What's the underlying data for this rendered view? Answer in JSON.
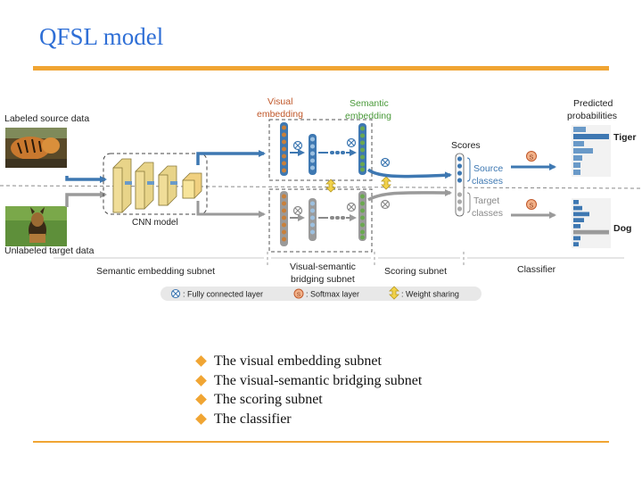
{
  "slide": {
    "title": "QFSL model",
    "accent_color": "#f0a533",
    "title_color": "#2f6fd6"
  },
  "diagram": {
    "labels": {
      "labeled_source": "Labeled source data",
      "unlabeled_target": "Unlabeled target data",
      "cnn_model": "CNN model",
      "visual_embedding_1": "Visual",
      "visual_embedding_2": "embedding",
      "semantic_embedding_1": "Semantic",
      "semantic_embedding_2": "embedding",
      "scores": "Scores",
      "source_classes_1": "Source",
      "source_classes_2": "classes",
      "target_classes_1": "Target",
      "target_classes_2": "classes",
      "predicted_1": "Predicted",
      "predicted_2": "probabilities",
      "tiger": "Tiger",
      "dog": "Dog",
      "semantic_embedding_subnet": "Semantic embedding subnet",
      "bridging_subnet_1": "Visual-semantic",
      "bridging_subnet_2": "bridging subnet",
      "scoring_subnet": "Scoring subnet",
      "classifier": "Classifier"
    },
    "legend": {
      "fc": ": Fully connected layer",
      "softmax": ": Softmax layer",
      "weight_sharing": ": Weight sharing"
    },
    "tiger_bars": [
      0.35,
      1.0,
      0.3,
      0.55,
      0.25,
      0.2,
      0.2
    ],
    "dog_bars": [
      0.15,
      0.25,
      0.45,
      0.3,
      0.2,
      1.0,
      0.2,
      0.15
    ]
  },
  "bullets": [
    "The visual embedding subnet",
    "The visual-semantic bridging subnet",
    "The scoring subnet",
    "The classifier"
  ]
}
